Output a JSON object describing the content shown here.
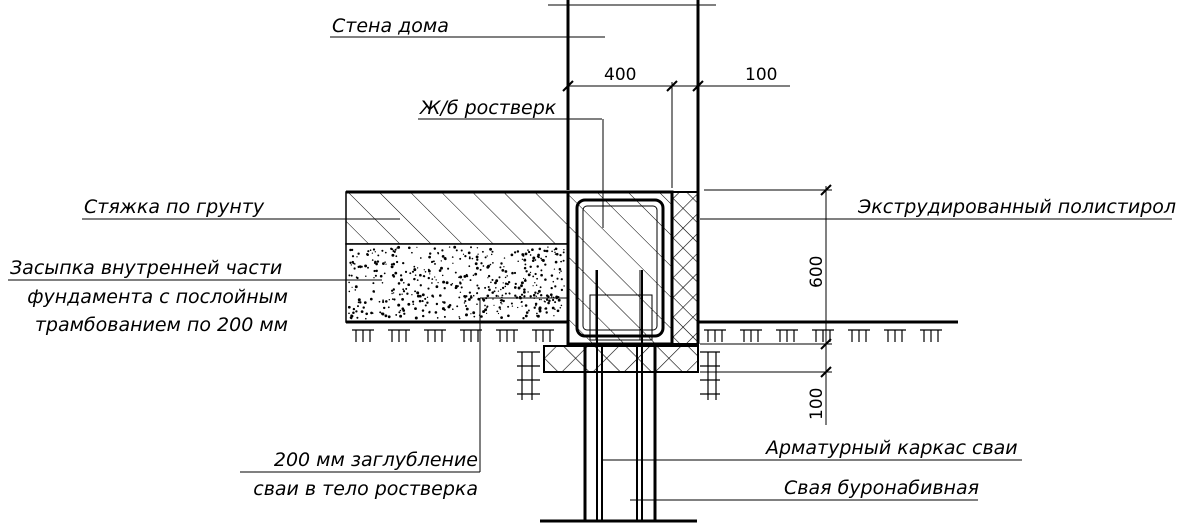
{
  "labels": {
    "house_wall": "Стена дома",
    "rc_grillage": "Ж/б ростверк",
    "floor_screed": "Стяжка по грунту",
    "backfill_line1": "Засыпка внутренней части",
    "backfill_line2": "фундамента с послойным",
    "backfill_line3": "трамбованием по 200 мм",
    "xps_insulation": "Экструдированный полистирол",
    "pile_cage": "Арматурный каркас сваи",
    "bored_pile": "Свая буронабивная",
    "embed_line1": "200 мм заглубление",
    "embed_line2": "сваи в тело ростверка"
  },
  "dimensions": {
    "wall_width": "400",
    "insulation_width": "100",
    "grillage_height": "600",
    "cushion_height": "100"
  }
}
